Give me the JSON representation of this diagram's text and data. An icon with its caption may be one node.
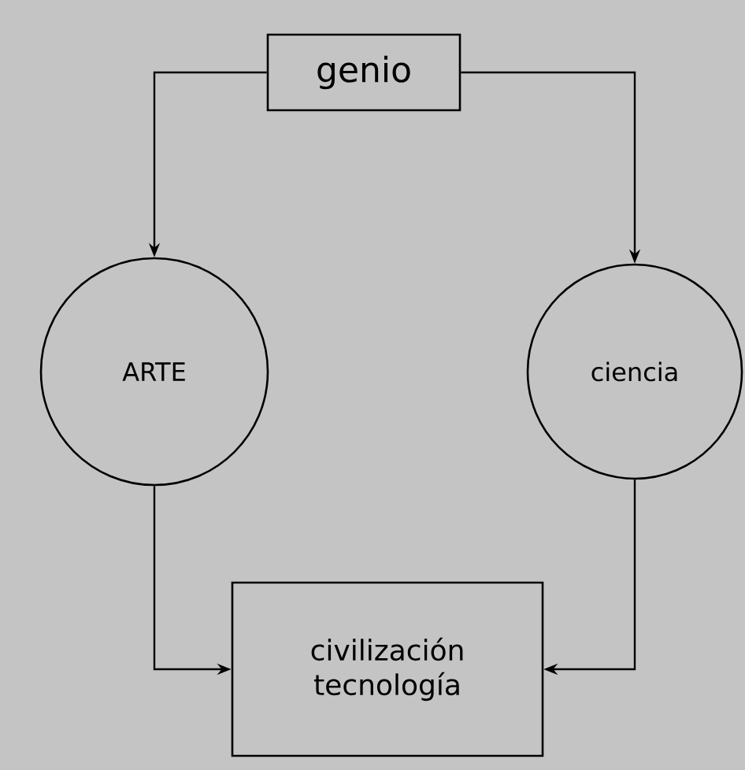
{
  "diagram": {
    "nodes": [
      {
        "text": [
          "genio"
        ]
      },
      {
        "text": [
          "ARTE"
        ]
      },
      {
        "text": [
          "ciencia"
        ]
      },
      {
        "text": [
          "civilización tecnología"
        ]
      }
    ],
    "edges": [
      {
        "from": 0,
        "to": 1,
        "arrow": "to"
      },
      {
        "from": 0,
        "to": 2,
        "arrow": "to"
      },
      {
        "from": 1,
        "to": 3,
        "arrow": "to"
      },
      {
        "from": 2,
        "to": 3,
        "arrow": "to"
      }
    ]
  }
}
